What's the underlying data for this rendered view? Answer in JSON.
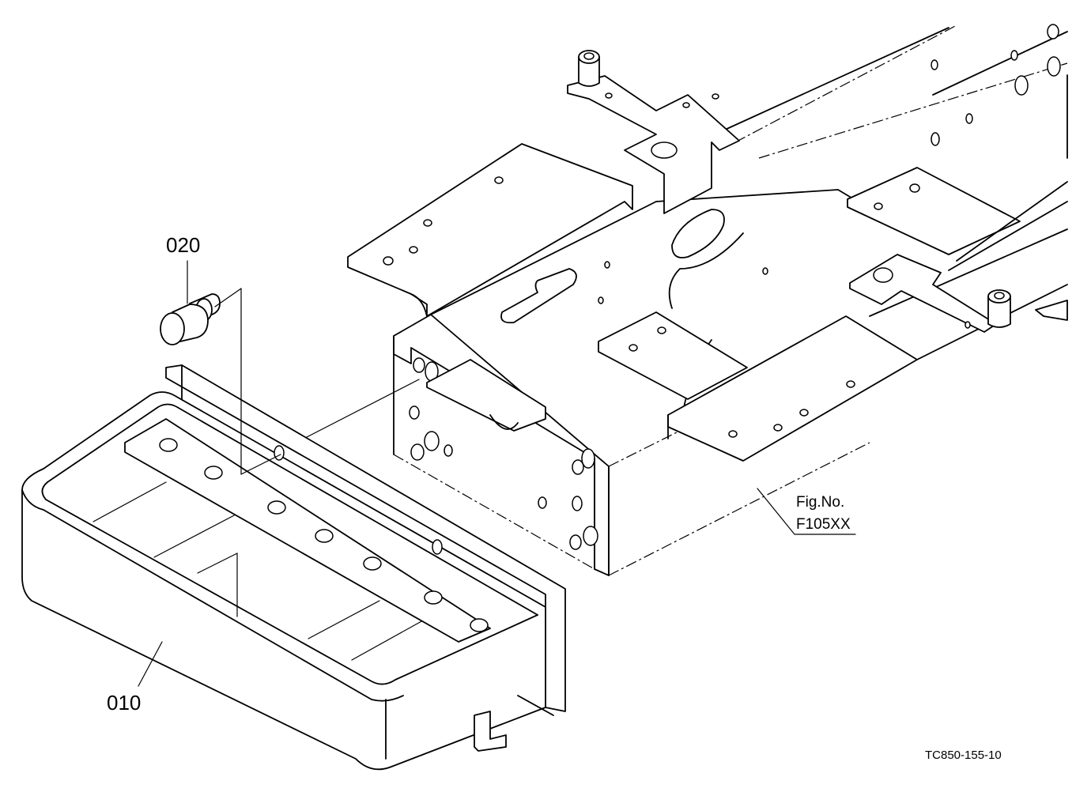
{
  "labels": {
    "part_010": "010",
    "part_020": "020",
    "fig_ref_line1": "Fig.No.",
    "fig_ref_line2": "F105XX",
    "drawing_code": "TC850-155-10"
  }
}
